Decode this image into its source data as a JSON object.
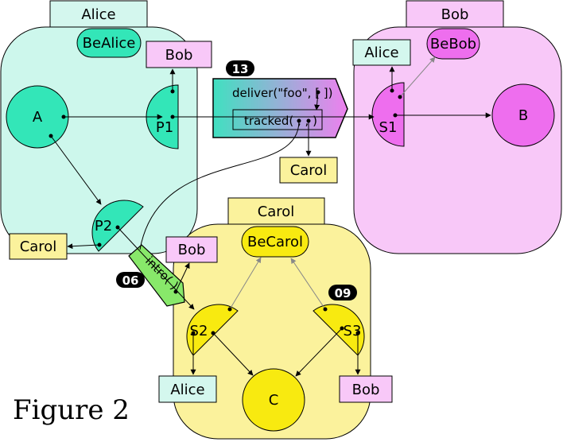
{
  "figure_caption": "Figure 2",
  "colors": {
    "alice_region": "#cdf7ec",
    "alice_object": "#33e6b8",
    "bob_region": "#f8c8f8",
    "bob_object": "#ee6eee",
    "carol_region": "#fbf29c",
    "carol_object": "#f8ea10",
    "tag_alice": "#d4f7ee",
    "tag_bob": "#f8c8f8",
    "tag_carol": "#fbf29c",
    "intro_message": "#88e86a"
  },
  "vats": {
    "alice": {
      "label": "Alice",
      "vat_object": "BeAlice"
    },
    "bob": {
      "label": "Bob",
      "vat_object": "BeBob"
    },
    "carol": {
      "label": "Carol",
      "vat_object": "BeCarol"
    }
  },
  "objects": {
    "A": "A",
    "P1": "P1",
    "P2": "P2",
    "S1": "S1",
    "B": "B",
    "S2": "S2",
    "S3": "S3",
    "C": "C"
  },
  "reference_tags": {
    "alice_p1_bob": "Bob",
    "alice_p2_carol": "Carol",
    "bob_s1_alice": "Alice",
    "message_carol": "Carol",
    "intro_bob": "Bob",
    "carol_s2_alice": "Alice",
    "carol_s3_bob": "Bob"
  },
  "messages": {
    "deliver": {
      "label": "deliver(\"foo\", [ ])",
      "inner_label": "tracked( , , )",
      "step": "13"
    },
    "intro": {
      "label": "intro( )",
      "step": "06"
    }
  },
  "step_badges": {
    "s3": "09"
  }
}
